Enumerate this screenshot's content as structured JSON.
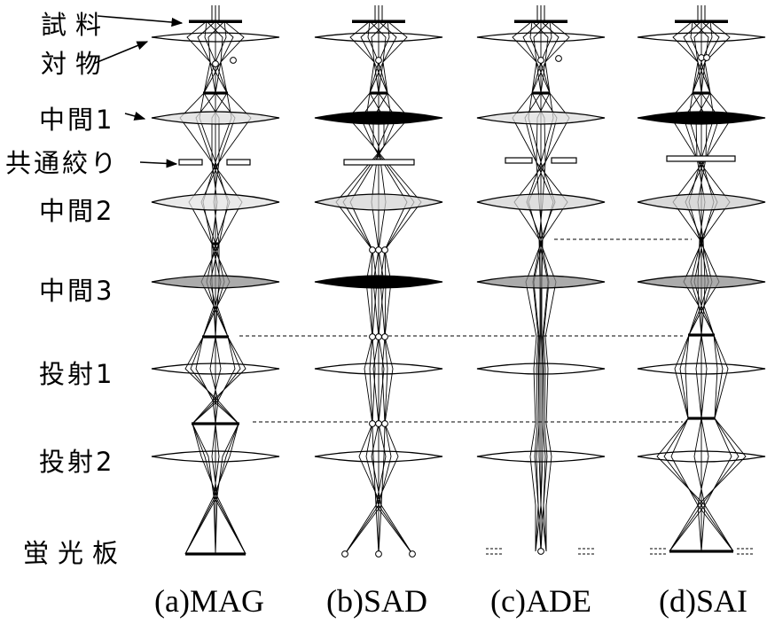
{
  "row_labels": {
    "specimen": "試料",
    "objective": "対物",
    "intermediate1": "中間1",
    "aperture": "共通絞り",
    "intermediate2": "中間2",
    "intermediate3": "中間3",
    "projector1": "投射1",
    "projector2": "投射2",
    "screen": "蛍光板"
  },
  "columns": [
    {
      "caption": "(a)MAG",
      "lens_colors": {
        "objective": "#ffffff",
        "intermediate1": "#dcdcdc",
        "intermediate2": "#e2e2e2",
        "intermediate3": "#8a8a8a",
        "projector1": "#ffffff",
        "projector2": "#ffffff"
      }
    },
    {
      "caption": "(b)SAD",
      "lens_colors": {
        "objective": "#ffffff",
        "intermediate1": "#000000",
        "intermediate2": "#d2d2d2",
        "intermediate3": "#000000",
        "projector1": "#ffffff",
        "projector2": "#ffffff"
      }
    },
    {
      "caption": "(c)ADE",
      "lens_colors": {
        "objective": "#ffffff",
        "intermediate1": "#dcdcdc",
        "intermediate2": "#d2d2d2",
        "intermediate3": "#8a8a8a",
        "projector1": "#ffffff",
        "projector2": "#ffffff"
      }
    },
    {
      "caption": "(d)SAI",
      "lens_colors": {
        "objective": "#ffffff",
        "intermediate1": "#000000",
        "intermediate2": "#cacaca",
        "intermediate3": "#8a8a8a",
        "projector1": "#ffffff",
        "projector2": "#ffffff"
      }
    }
  ]
}
